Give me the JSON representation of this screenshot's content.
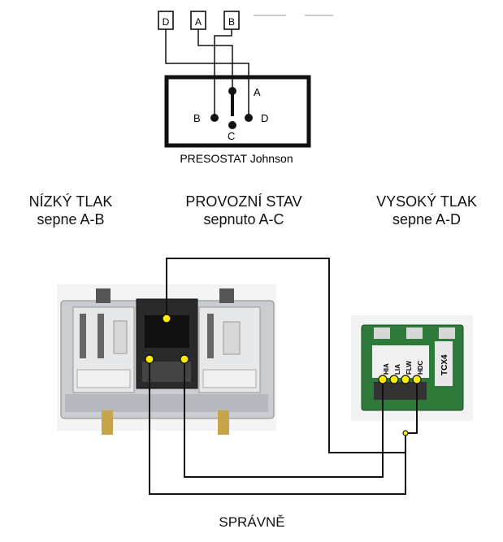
{
  "colors": {
    "wire": "#111111",
    "terminal_dot": "#ffee00",
    "pcb": "#2f7a3a",
    "device_metal": "#c9ccd1"
  },
  "schematic": {
    "top_terminals": [
      "D",
      "A",
      "B"
    ],
    "contacts": {
      "a": "A",
      "b": "B",
      "c": "C",
      "d": "D"
    },
    "caption": "PRESOSTAT Johnson"
  },
  "states": [
    {
      "title": "NÍZKÝ TLAK",
      "subtitle": "sepne A-B"
    },
    {
      "title": "PROVOZNÍ STAV",
      "subtitle": "sepnuto A-C"
    },
    {
      "title": "VYSOKÝ TLAK",
      "subtitle": "sepne A-D"
    }
  ],
  "module": {
    "name": "TCX4",
    "pin_labels": [
      "HIA",
      "LIA",
      "FLW",
      "HDC"
    ]
  },
  "footer": {
    "label": "SPRÁVNĚ"
  }
}
